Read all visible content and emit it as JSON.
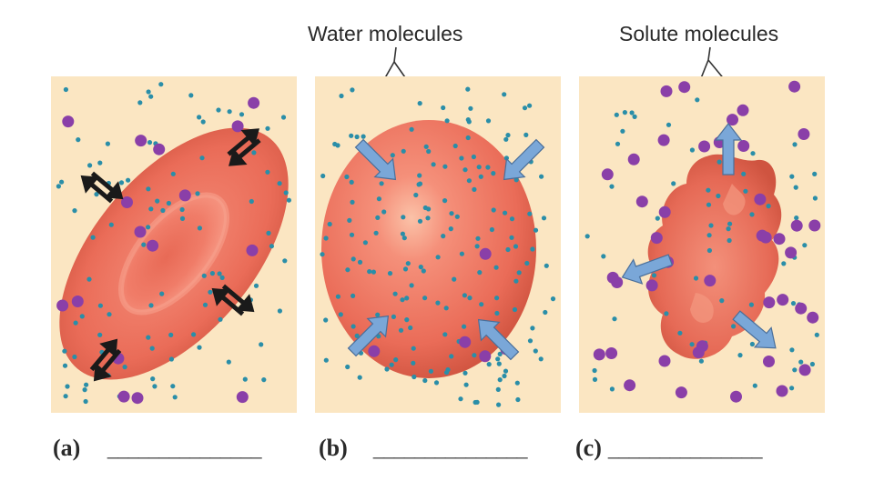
{
  "labels": {
    "water": "Water molecules",
    "solute": "Solute molecules"
  },
  "panels": [
    {
      "caption": "(a)",
      "blank": "_______________"
    },
    {
      "caption": "(b)",
      "blank": "_______________"
    },
    {
      "caption": "(c)",
      "blank": "_______________"
    }
  ],
  "colors": {
    "background": "#fbe6c2",
    "water_molecule": "#2a8ea8",
    "solute_molecule": "#8a3fa8",
    "cell": "#ec6f5a",
    "arrow_black": "#1a1a1a",
    "arrow_blue": "#7aa7d8"
  }
}
